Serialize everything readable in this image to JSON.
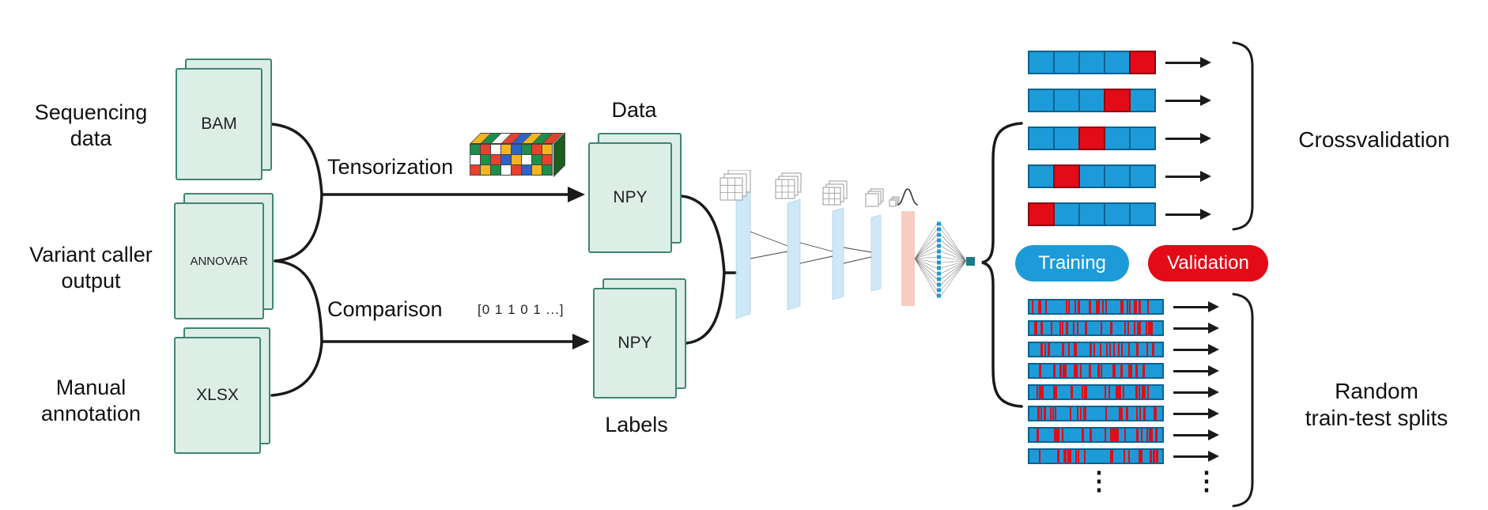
{
  "colors": {
    "line": "#1a1a1a",
    "training_blue": "#1d9bd8",
    "blue_dark": "#0a628f",
    "validation_red": "#e30b17",
    "red_dark": "#8f0510",
    "file_fill": "#ddeee6",
    "file_border": "#3e8576",
    "panel_pink": "#f8cdbf"
  },
  "inputs": [
    {
      "label_lines": [
        "Sequencing",
        "data"
      ],
      "file": "BAM"
    },
    {
      "label_lines": [
        "Variant caller",
        "output"
      ],
      "file": "ANNOVAR"
    },
    {
      "label_lines": [
        "Manual",
        "annotation"
      ],
      "file": "XLSX"
    }
  ],
  "pipeline": {
    "tensorization_label": "Tensorization",
    "comparison_label": "Comparison",
    "label_vector": "[0 1 1 0 1 ...]",
    "data_title": "Data",
    "data_file": "NPY",
    "labels_file": "NPY",
    "labels_title": "Labels"
  },
  "tensor_icon": {
    "front": [
      [
        "#1e8e4a",
        "#e8412c",
        "#ffffff",
        "#f4b61e",
        "#2e62c9",
        "#1e8e4a",
        "#e8412c",
        "#f4b61e"
      ],
      [
        "#ffffff",
        "#1e8e4a",
        "#e8412c",
        "#2e62c9",
        "#f4b61e",
        "#ffffff",
        "#1e8e4a",
        "#e8412c"
      ],
      [
        "#e8412c",
        "#f4b61e",
        "#1e8e4a",
        "#ffffff",
        "#e8412c",
        "#2e62c9",
        "#f4b61e",
        "#1e8e4a"
      ]
    ],
    "top": [
      "#f4b61e",
      "#1e8e4a",
      "#ffffff",
      "#e8412c",
      "#2e62c9",
      "#f4b61e",
      "#1e8e4a",
      "#e8412c"
    ]
  },
  "legend": [
    {
      "label": "Training",
      "color": "#1d9bd8"
    },
    {
      "label": "Validation",
      "color": "#e30b17"
    }
  ],
  "crossvalidation": {
    "label": "Crossvalidation",
    "n_cells": 5,
    "rows": [
      {
        "red_index": 4
      },
      {
        "red_index": 3
      },
      {
        "red_index": 2
      },
      {
        "red_index": 1
      },
      {
        "red_index": 0
      }
    ]
  },
  "random_splits": {
    "label_lines": [
      "Random",
      "train-test splits"
    ],
    "n_rows": 8,
    "stripes_per_row": 22,
    "ellipsis": "⋮"
  }
}
